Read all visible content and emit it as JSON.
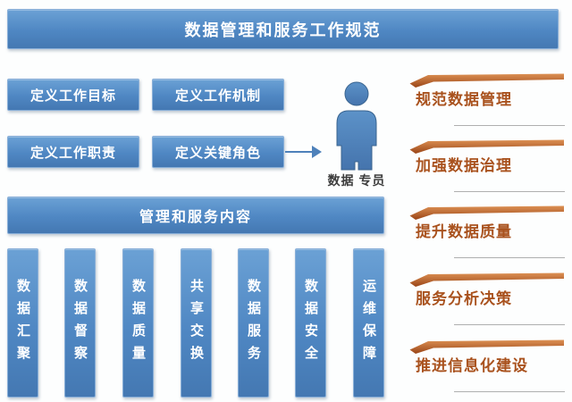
{
  "header": {
    "title": "数据管理和服务工作规范"
  },
  "definition_boxes": [
    {
      "label": "定义工作目标"
    },
    {
      "label": "定义工作机制"
    },
    {
      "label": "定义工作职责"
    },
    {
      "label": "定义关键角色"
    }
  ],
  "specialist": {
    "label": "数据 专员"
  },
  "section": {
    "title": "管理和服务内容"
  },
  "content_bars": [
    {
      "label": "数据汇聚"
    },
    {
      "label": "数据督察"
    },
    {
      "label": "数据质量"
    },
    {
      "label": "共享交换"
    },
    {
      "label": "数据服务"
    },
    {
      "label": "数据安全"
    },
    {
      "label": "运维保障"
    }
  ],
  "goals": [
    {
      "label": "规范数据管理"
    },
    {
      "label": "加强数据治理"
    },
    {
      "label": "提升数据质量"
    },
    {
      "label": "服务分析决策"
    },
    {
      "label": "推进信息化建设"
    }
  ],
  "colors": {
    "box_blue": "#4f87c3",
    "goal_text_orange": "#a9521e",
    "swoosh_orange": "#c06a2e",
    "divider_gray": "#afafaf",
    "arrow_blue": "#4e81ba",
    "label_dark": "#3c3c3c"
  }
}
